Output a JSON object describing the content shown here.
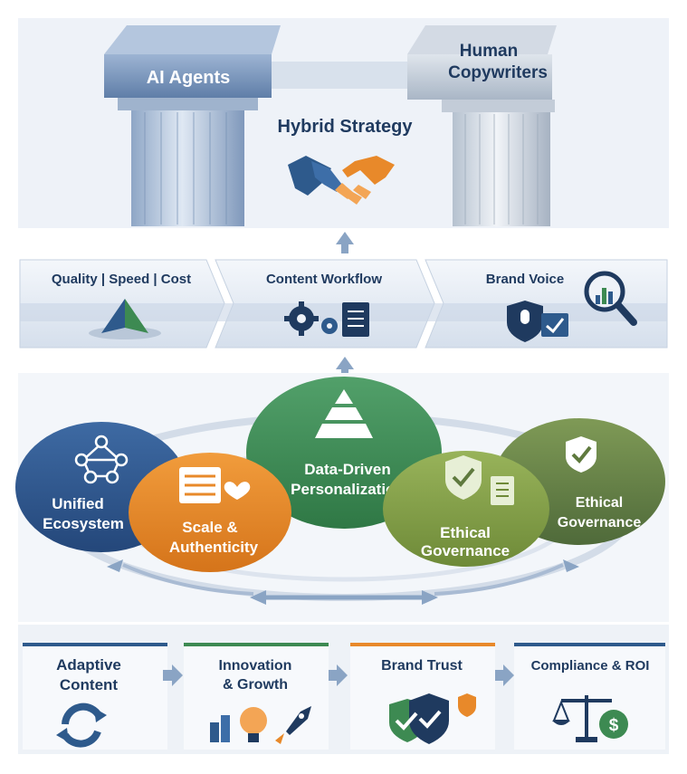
{
  "pillars": {
    "left_label": "AI Agents",
    "right_label_line1": "Human",
    "right_label_line2": "Copywriters",
    "center_label": "Hybrid Strategy"
  },
  "band": {
    "items": [
      {
        "label": "Quality | Speed | Cost",
        "icon": "pyramid-icon"
      },
      {
        "label": "Content Workflow",
        "icon": "gears-document-icon"
      },
      {
        "label": "Brand Voice",
        "icon": "shield-magnifier-icon"
      }
    ]
  },
  "circles": {
    "unified": {
      "line1": "Unified",
      "line2": "Ecosystem"
    },
    "scale": {
      "line1": "Scale &",
      "line2": "Authenticity"
    },
    "data": {
      "line1": "Data-Driven",
      "line2": "Personalization"
    },
    "ethical_front": {
      "line1": "Ethical",
      "line2": "Governance"
    },
    "ethical_back": {
      "line1": "Ethical",
      "line2": "Governance"
    }
  },
  "bottom": {
    "items": [
      {
        "line1": "Adaptive",
        "line2": "Content",
        "icon": "refresh-icon"
      },
      {
        "line1": "Innovation",
        "line2": "& Growth",
        "icon": "lightbulb-rocket-icon"
      },
      {
        "line1": "Brand Trust",
        "line2": "",
        "icon": "shields-check-icon"
      },
      {
        "line1": "Compliance & ROI",
        "line2": "",
        "icon": "scale-dollar-icon"
      }
    ]
  },
  "colors": {
    "navy": "#1f3a5f",
    "blue": "#2e5a8c",
    "orange": "#e8892a",
    "green": "#3d8a52",
    "olive": "#7f9a45",
    "steel": "#8aa4c4"
  }
}
